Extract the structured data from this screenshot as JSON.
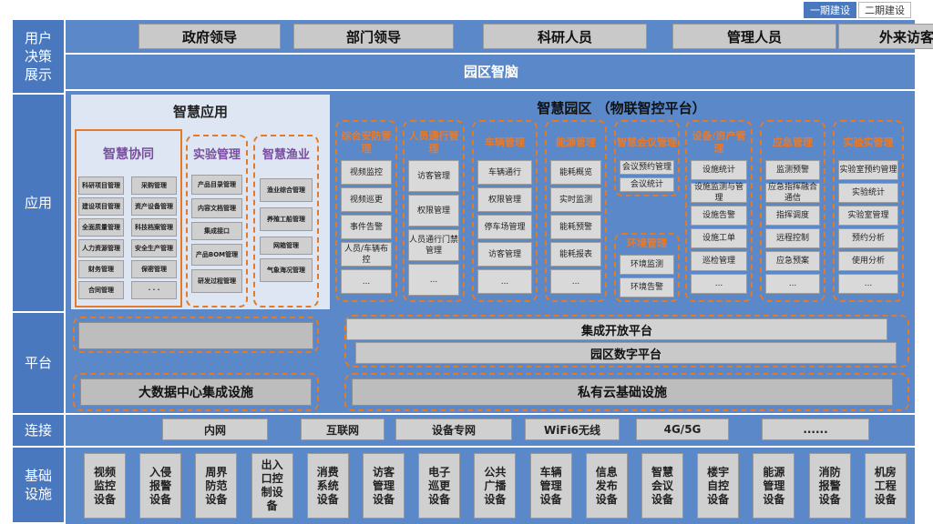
{
  "legend": {
    "phase1": "一期建设",
    "phase2": "二期建设"
  },
  "side_labels": {
    "user": "用户\n决策\n展示",
    "app": "应用",
    "platform": "平台",
    "connect": "连接",
    "infra": "基础\n设施"
  },
  "users": [
    "政府领导",
    "部门领导",
    "科研人员",
    "管理人员",
    "外来访客"
  ],
  "brain": "园区智脑",
  "smart_app": {
    "title": "智慧应用",
    "collab": {
      "title": "智慧协同",
      "items": [
        "科研项目管理",
        "采购管理",
        "建设项目管理",
        "资产设备管理",
        "全面质量管理",
        "科技档案管理",
        "人力资源管理",
        "安全生产管理",
        "财务管理",
        "保密管理",
        "合同管理",
        "· · ·"
      ]
    },
    "lab": {
      "title": "实验管理",
      "items": [
        "产品目录管理",
        "内容文档管理",
        "集成接口",
        "产品BOM管理",
        "研发过程管理"
      ]
    },
    "fish": {
      "title": "智慧渔业",
      "items": [
        "渔业综合管理",
        "养殖工船管理",
        "网箱管理",
        "气象海况管理"
      ]
    }
  },
  "park": {
    "title": "智慧园区 （物联智控平台）",
    "columns": [
      {
        "title": "综合安防管理",
        "items": [
          "视频监控",
          "视频巡更",
          "事件告警",
          "人员/车辆布控",
          "..."
        ]
      },
      {
        "title": "人员通行管理",
        "items": [
          "访客管理",
          "权限管理",
          "人员通行门禁管理",
          "..."
        ]
      },
      {
        "title": "车辆管理",
        "items": [
          "车辆通行",
          "权限管理",
          "停车场管理",
          "访客管理",
          "..."
        ]
      },
      {
        "title": "能源管理",
        "items": [
          "能耗概览",
          "实时监测",
          "能耗预警",
          "能耗报表",
          "..."
        ]
      },
      {
        "title": "智慧会议管理",
        "items": [
          "会议预约管理",
          "会议统计"
        ]
      },
      {
        "title": "设备/资产管理",
        "items": [
          "设施统计",
          "设施监测与管理",
          "设施告警",
          "设施工单",
          "巡检管理",
          "..."
        ]
      },
      {
        "title": "应急管理",
        "items": [
          "监测预警",
          "应急指挥融合通信",
          "指挥调度",
          "远程控制",
          "应急预案",
          "..."
        ]
      },
      {
        "title": "实验实管理",
        "items": [
          "实验室预约管理",
          "实验统计",
          "实验室管理",
          "预约分析",
          "使用分析",
          "..."
        ]
      }
    ],
    "env": {
      "title": "环境管理",
      "items": [
        "环境监测",
        "环境告警"
      ]
    }
  },
  "platform": {
    "open": "集成开放平台",
    "digital": "园区数字平台",
    "bigdata": "大数据中心集成设施",
    "cloud": "私有云基础设施"
  },
  "connect": [
    "内网",
    "互联网",
    "设备专网",
    "WiFi6无线",
    "4G/5G",
    "......"
  ],
  "devices": [
    "视频\n监控\n设备",
    "入侵\n报警\n设备",
    "周界\n防范\n设备",
    "出入\n口控\n制设\n备",
    "消费\n系统\n设备",
    "访客\n管理\n设备",
    "电子\n巡更\n设备",
    "公共\n广播\n设备",
    "车辆\n管理\n设备",
    "信息\n发布\n设备",
    "智慧\n会议\n设备",
    "楼宇\n自控\n设备",
    "能源\n管理\n设备",
    "消防\n报警\n设备",
    "机房\n工程\n设备"
  ],
  "colors": {
    "primary": "#4a78bf",
    "band": "#5a88c8",
    "orange": "#e27a28",
    "panel": "#dde6f2"
  }
}
